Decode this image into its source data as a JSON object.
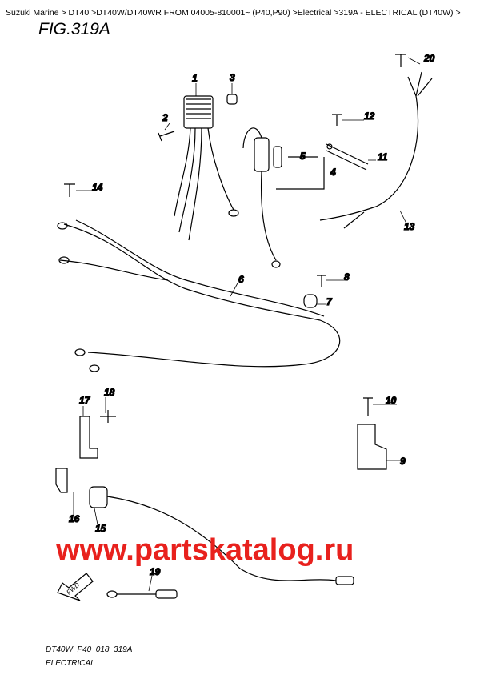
{
  "breadcrumb": "Suzuki Marine > DT40 >DT40W/DT40WR FROM 04005-810001~ (P40,P90) >Electrical >319A - ELECTRICAL (DT40W) >",
  "figure_title": "FIG.319A",
  "callouts": [
    "1",
    "2",
    "3",
    "4",
    "5",
    "6",
    "7",
    "8",
    "9",
    "10",
    "11",
    "12",
    "13",
    "14",
    "15",
    "16",
    "17",
    "18",
    "19",
    "20"
  ],
  "watermark": "www.partskatalog.ru",
  "watermark_color": "#e8211d",
  "fwd_label": "FWD",
  "drawing_code": "DT40W_P40_018_319A",
  "drawing_title": "ELECTRICAL"
}
